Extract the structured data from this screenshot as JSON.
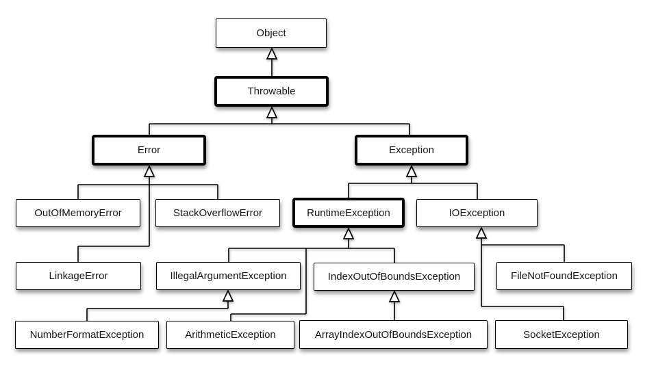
{
  "diagram": {
    "kind": "class-inheritance-hierarchy",
    "colors": {
      "background": "#ffffff",
      "box_fill": "#ffffff",
      "line": "#000000",
      "text": "#161616"
    },
    "arrow_style": "hollow-triangle-pointing-to-parent",
    "nodes": [
      {
        "label": "Object",
        "emphasized": false
      },
      {
        "label": "Throwable",
        "emphasized": true
      },
      {
        "label": "Error",
        "emphasized": true
      },
      {
        "label": "Exception",
        "emphasized": true
      },
      {
        "label": "OutOfMemoryError",
        "emphasized": false
      },
      {
        "label": "StackOverflowError",
        "emphasized": false
      },
      {
        "label": "RuntimeException",
        "emphasized": true
      },
      {
        "label": "IOException",
        "emphasized": false
      },
      {
        "label": "LinkageError",
        "emphasized": false
      },
      {
        "label": "IllegalArgumentException",
        "emphasized": false
      },
      {
        "label": "IndexOutOfBoundsException",
        "emphasized": false
      },
      {
        "label": "FileNotFoundException",
        "emphasized": false
      },
      {
        "label": "NumberFormatException",
        "emphasized": false
      },
      {
        "label": "ArithmeticException",
        "emphasized": false
      },
      {
        "label": "ArrayIndexOutOfBoundsException",
        "emphasized": false
      },
      {
        "label": "SocketException",
        "emphasized": false
      }
    ],
    "edges": [
      {
        "child": "Throwable",
        "parent": "Object"
      },
      {
        "child": "Error",
        "parent": "Throwable"
      },
      {
        "child": "Exception",
        "parent": "Throwable"
      },
      {
        "child": "OutOfMemoryError",
        "parent": "Error"
      },
      {
        "child": "StackOverflowError",
        "parent": "Error"
      },
      {
        "child": "LinkageError",
        "parent": "Error"
      },
      {
        "child": "RuntimeException",
        "parent": "Exception"
      },
      {
        "child": "IOException",
        "parent": "Exception"
      },
      {
        "child": "IllegalArgumentException",
        "parent": "RuntimeException"
      },
      {
        "child": "IndexOutOfBoundsException",
        "parent": "RuntimeException"
      },
      {
        "child": "ArithmeticException",
        "parent": "RuntimeException"
      },
      {
        "child": "NumberFormatException",
        "parent": "IllegalArgumentException"
      },
      {
        "child": "ArrayIndexOutOfBoundsException",
        "parent": "IndexOutOfBoundsException"
      },
      {
        "child": "FileNotFoundException",
        "parent": "IOException"
      },
      {
        "child": "SocketException",
        "parent": "IOException"
      }
    ]
  }
}
